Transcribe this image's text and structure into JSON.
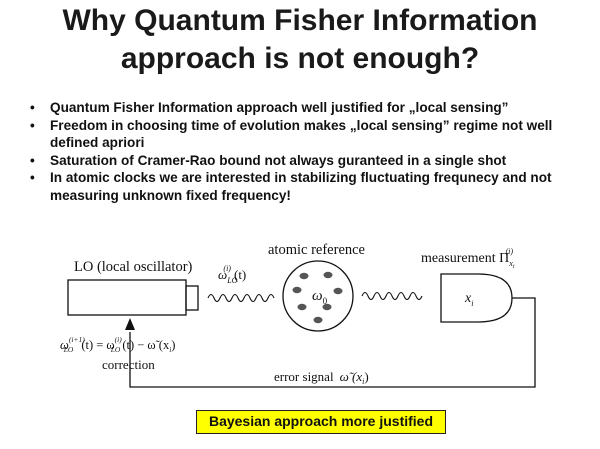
{
  "slide": {
    "title_lines": [
      "Why Quantum Fisher Information",
      "approach is not enough?"
    ],
    "bullets": [
      "Quantum Fisher Information approach well justified for „local sensing”",
      "Freedom in choosing time of evolution makes „local sensing” regime not well defined apriori",
      "Saturation of Cramer-Rao bound not always guranteed in a single shot",
      "In atomic clocks we are interested in  stabilizing fluctuating frequnecy and not measuring unknown fixed frequency!"
    ],
    "bullet_marker": "•",
    "conclusion": "Bayesian approach more justified",
    "colors": {
      "highlight": "#ffff00",
      "text": "#1a1a1a"
    }
  },
  "diagram": {
    "lo_label": "LO (local oscillator)",
    "lo_signal": "ω",
    "lo_signal_sub": "LO",
    "lo_signal_sup": "(i)",
    "lo_signal_arg": "(t)",
    "atomic_label": "atomic reference",
    "atomic_symbol": "ω",
    "atomic_symbol_sub": "0",
    "measurement_label": "measurement Π",
    "measurement_sub": "x",
    "measurement_sub_sub": "i",
    "measurement_sup": "(i)",
    "detector_symbol": "x",
    "detector_symbol_sub": "i",
    "correction_formula_lhs": "ω",
    "correction_formula_lhs_sup": "(i+1)",
    "correction_formula_lhs_sub": "LO",
    "correction_formula_mid": "(t) = ω",
    "correction_formula_mid_sup": "(i)",
    "correction_formula_mid_sub": "LO",
    "correction_formula_rhs": "(t) − ω̃ (x",
    "correction_formula_rhs_sub": "i",
    "correction_formula_end": ")",
    "correction_label": "correction",
    "error_label": "error signal",
    "error_symbol": "ω̃ (x",
    "error_symbol_sub": "i",
    "error_symbol_end": ")"
  }
}
